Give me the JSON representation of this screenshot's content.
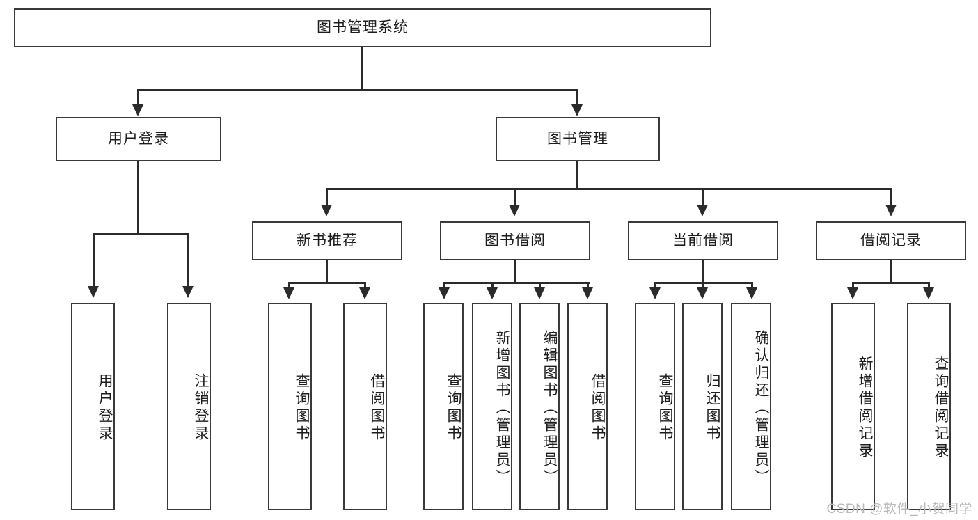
{
  "diagram": {
    "title": "图书管理系统",
    "type": "hierarchy-tree",
    "watermark": "CSDN @软件_小贺同学",
    "colors": {
      "box_border": "#3a3a3a",
      "connector": "#2b2b2b",
      "text": "#1c1c1c",
      "background": "#ffffff",
      "watermark": "#b9b9b9"
    },
    "root": {
      "label": "图书管理系统"
    },
    "level2": [
      {
        "label": "用户登录"
      },
      {
        "label": "图书管理"
      }
    ],
    "level3": [
      {
        "label": "新书推荐"
      },
      {
        "label": "图书借阅"
      },
      {
        "label": "当前借阅"
      },
      {
        "label": "借阅记录"
      }
    ],
    "leaves": {
      "user_login": [
        {
          "label": "用户登录"
        },
        {
          "label": "注销登录"
        }
      ],
      "new_book_recommend": [
        {
          "label": "查询图书"
        },
        {
          "label": "借阅图书"
        }
      ],
      "book_borrow": [
        {
          "label": "查询图书"
        },
        {
          "label": "新增图书（管理员）"
        },
        {
          "label": "编辑图书（管理员）"
        },
        {
          "label": "借阅图书"
        }
      ],
      "current_borrow": [
        {
          "label": "查询图书"
        },
        {
          "label": "归还图书"
        },
        {
          "label": "确认归还（管理员）"
        }
      ],
      "borrow_record": [
        {
          "label": "新增借阅记录"
        },
        {
          "label": "查询借阅记录"
        }
      ]
    }
  }
}
